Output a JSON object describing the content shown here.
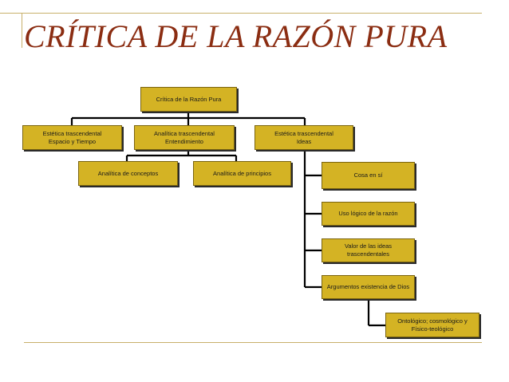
{
  "slide": {
    "title": "CRÍTICA DE LA RAZÓN PURA",
    "accent_color": "#8b2d12",
    "box_color": "#d4b324",
    "rule_color": "#c8b06b"
  },
  "diagram": {
    "root": "Crítica de la Razón Pura",
    "estetica_espacio": "Estética trascendental\nEspacio y Tiempo",
    "analitica": "Analítica trascendental\nEntendimiento",
    "estetica_ideas": "Estética trascendental\nIdeas",
    "analitica_conceptos": "Analítica de conceptos",
    "analitica_principios": "Analítica de principios",
    "cosa_en_si": "Cosa en sí",
    "uso_logico": "Uso lógico de la razón",
    "valor_ideas": "Valor de las ideas trascendentales",
    "argumentos_dios": "Argumentos existencia de Dios",
    "ontologico": "Ontológico; cosmológico y\nFísico-teológico"
  }
}
